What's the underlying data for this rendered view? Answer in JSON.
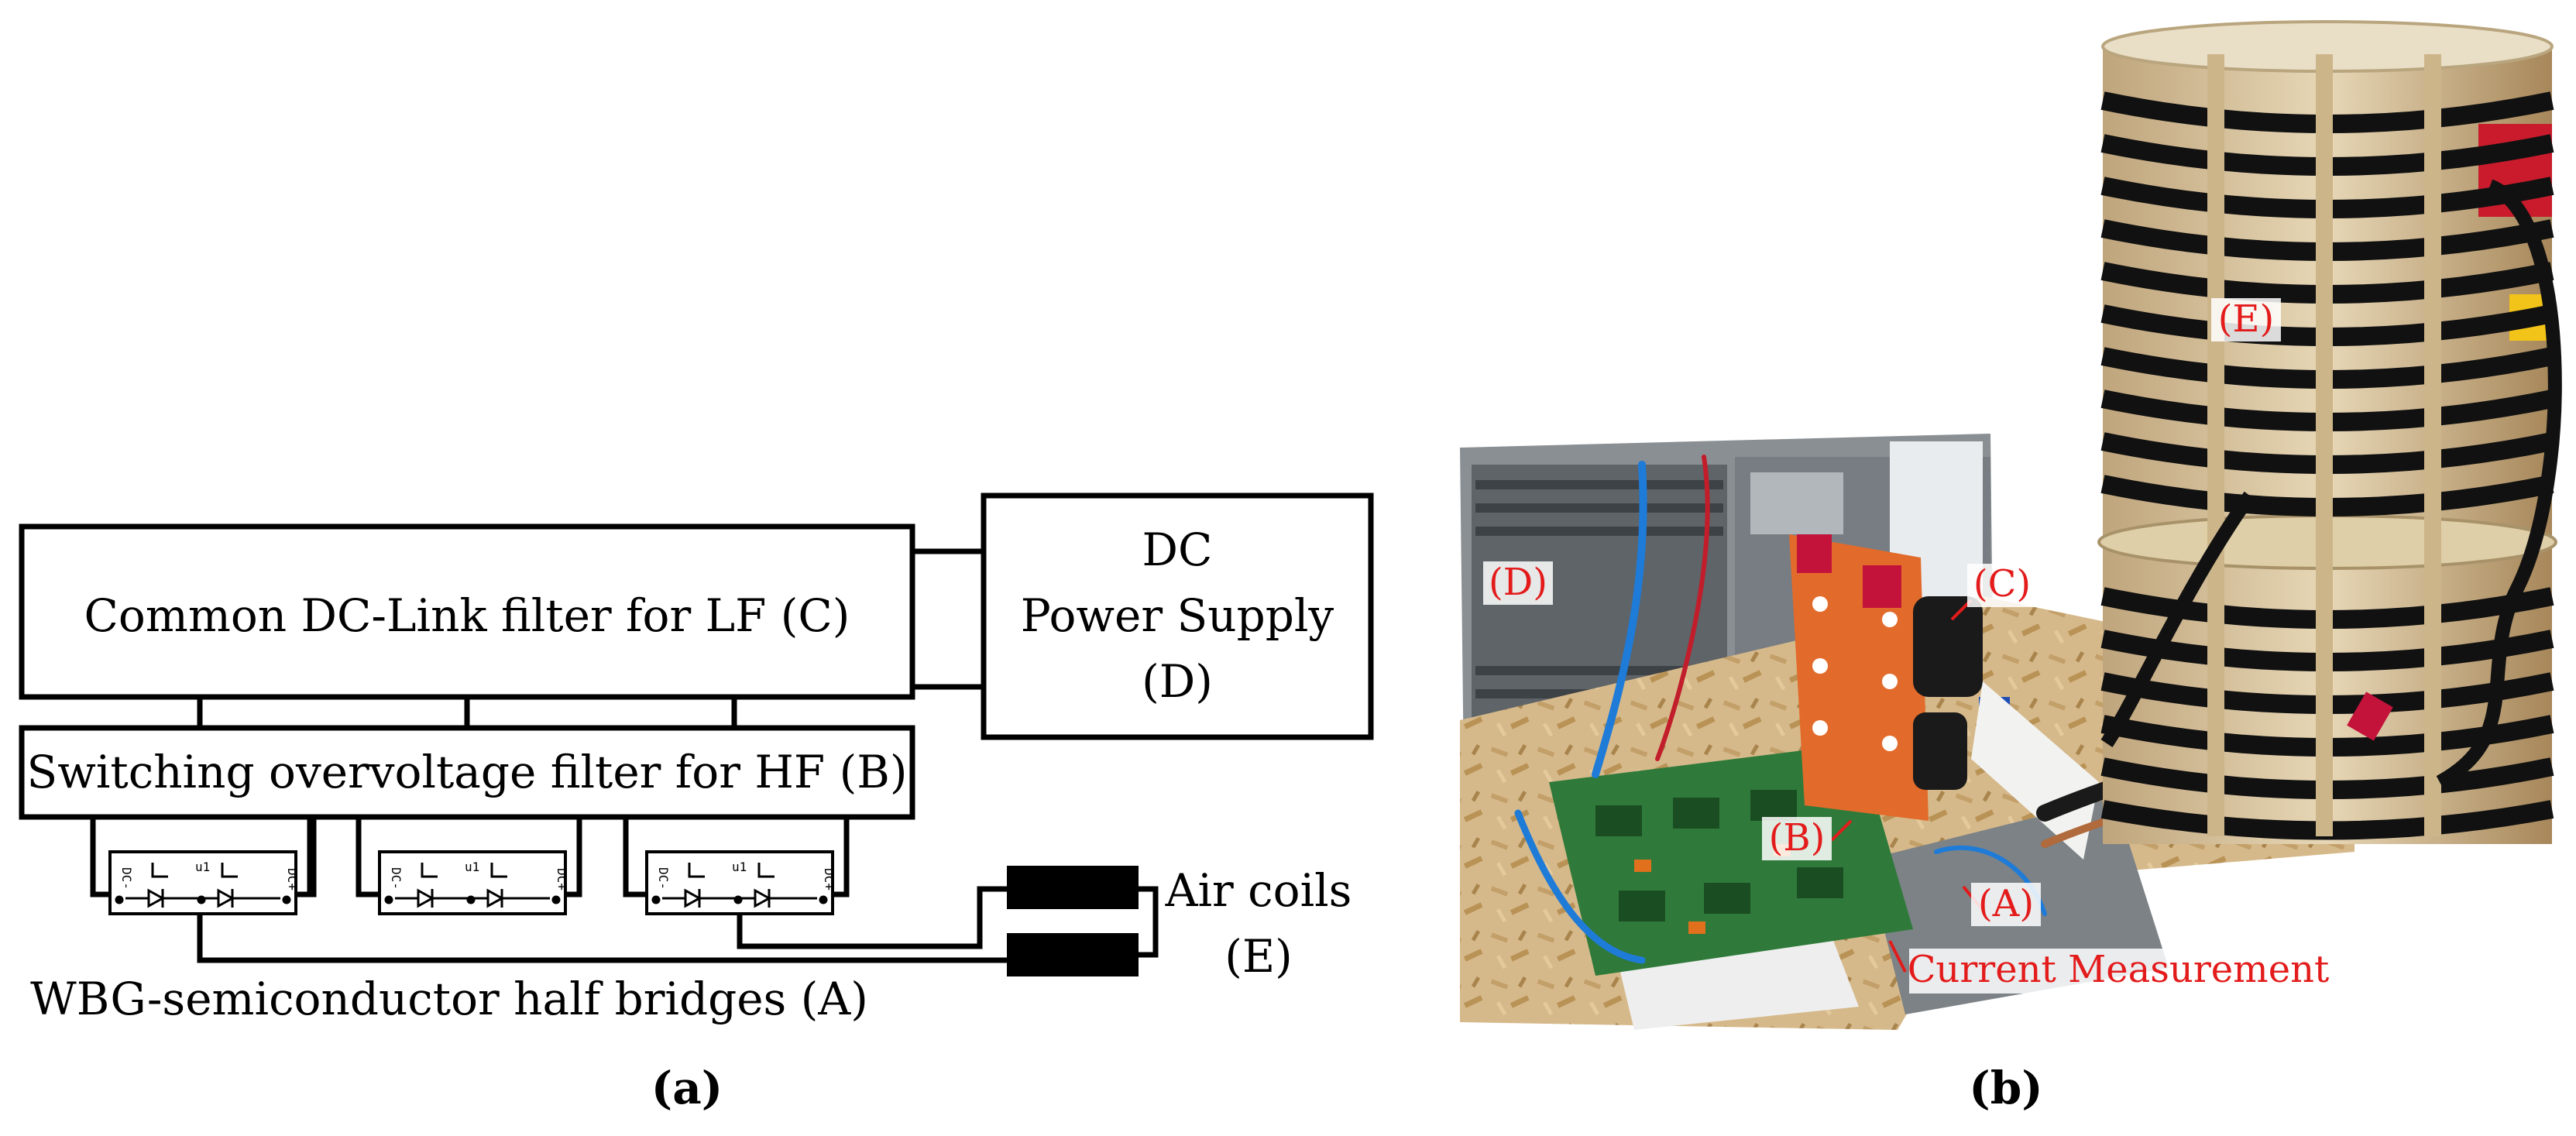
{
  "panel_a": {
    "caption": "(a)",
    "dc_link_label": "Common DC-Link filter for LF (C)",
    "power_supply_line1": "DC",
    "power_supply_line2": "Power Supply",
    "power_supply_line3": "(D)",
    "switching_filter_label": "Switching overvoltage filter for HF (B)",
    "half_bridges_label": "WBG-semiconductor half bridges (A)",
    "air_coils_line1": "Air coils",
    "air_coils_line2": "(E)",
    "half_bridge_tags": {
      "left": "DC-",
      "right": "DC+",
      "mid": "u1"
    }
  },
  "panel_b": {
    "caption": "(b)",
    "labels": {
      "d": "(D)",
      "c": "(C)",
      "e": "(E)",
      "b": "(B)",
      "a": "(A)",
      "current": "Current Measurement"
    },
    "label_color": "#e31b1b"
  }
}
